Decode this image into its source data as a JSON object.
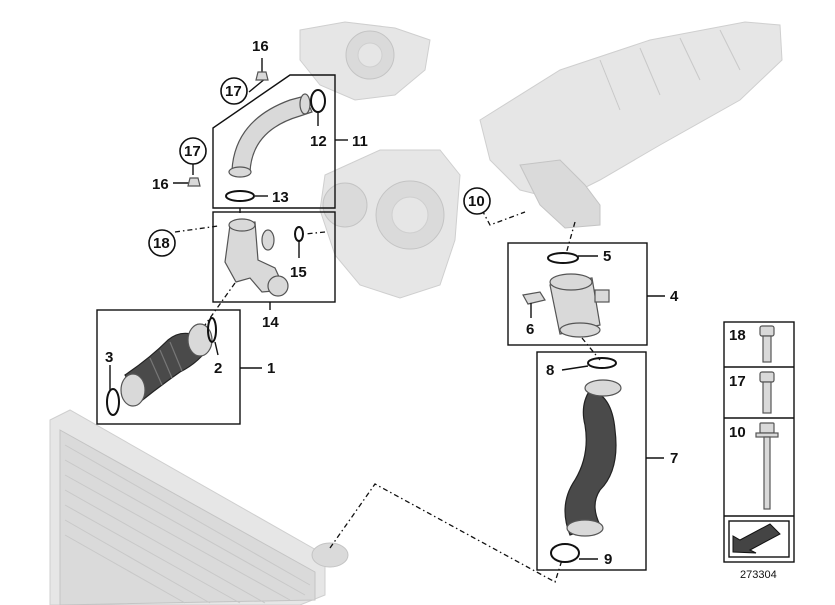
{
  "diagram": {
    "callouts": {
      "p1": "1",
      "p2": "2",
      "p3": "3",
      "p4": "4",
      "p5": "5",
      "p6": "6",
      "p7": "7",
      "p8": "8",
      "p9": "9",
      "p10": "10",
      "p11": "11",
      "p12": "12",
      "p13": "13",
      "p14": "14",
      "p15": "15",
      "p16a": "16",
      "p16b": "16",
      "p17a": "17",
      "p17b": "17",
      "p18": "18"
    },
    "legend": {
      "items": [
        {
          "number": "18",
          "icon": "socket-head-screw-icon"
        },
        {
          "number": "17",
          "icon": "socket-head-screw-icon"
        },
        {
          "number": "10",
          "icon": "hex-flange-bolt-icon"
        }
      ],
      "arrow_icon": "direction-arrow-icon"
    },
    "reference_number": "273304"
  }
}
